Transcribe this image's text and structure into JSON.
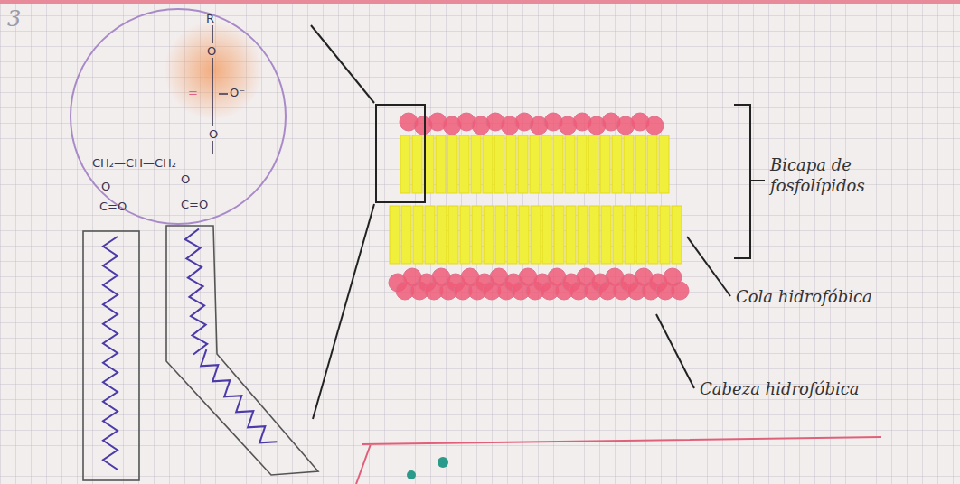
{
  "diagram": {
    "nodes": [
      {
        "text": [
          "R",
          "O",
          "=",
          "O⁻",
          "O",
          "CH₂—CH—CH₂",
          "O",
          "O",
          "C=O",
          "C=O"
        ]
      }
    ],
    "labels": [
      "3",
      "Bicapa de fosfolípidos",
      "Cola hidrofóbica",
      "Cabeza hidrofóbica"
    ]
  }
}
